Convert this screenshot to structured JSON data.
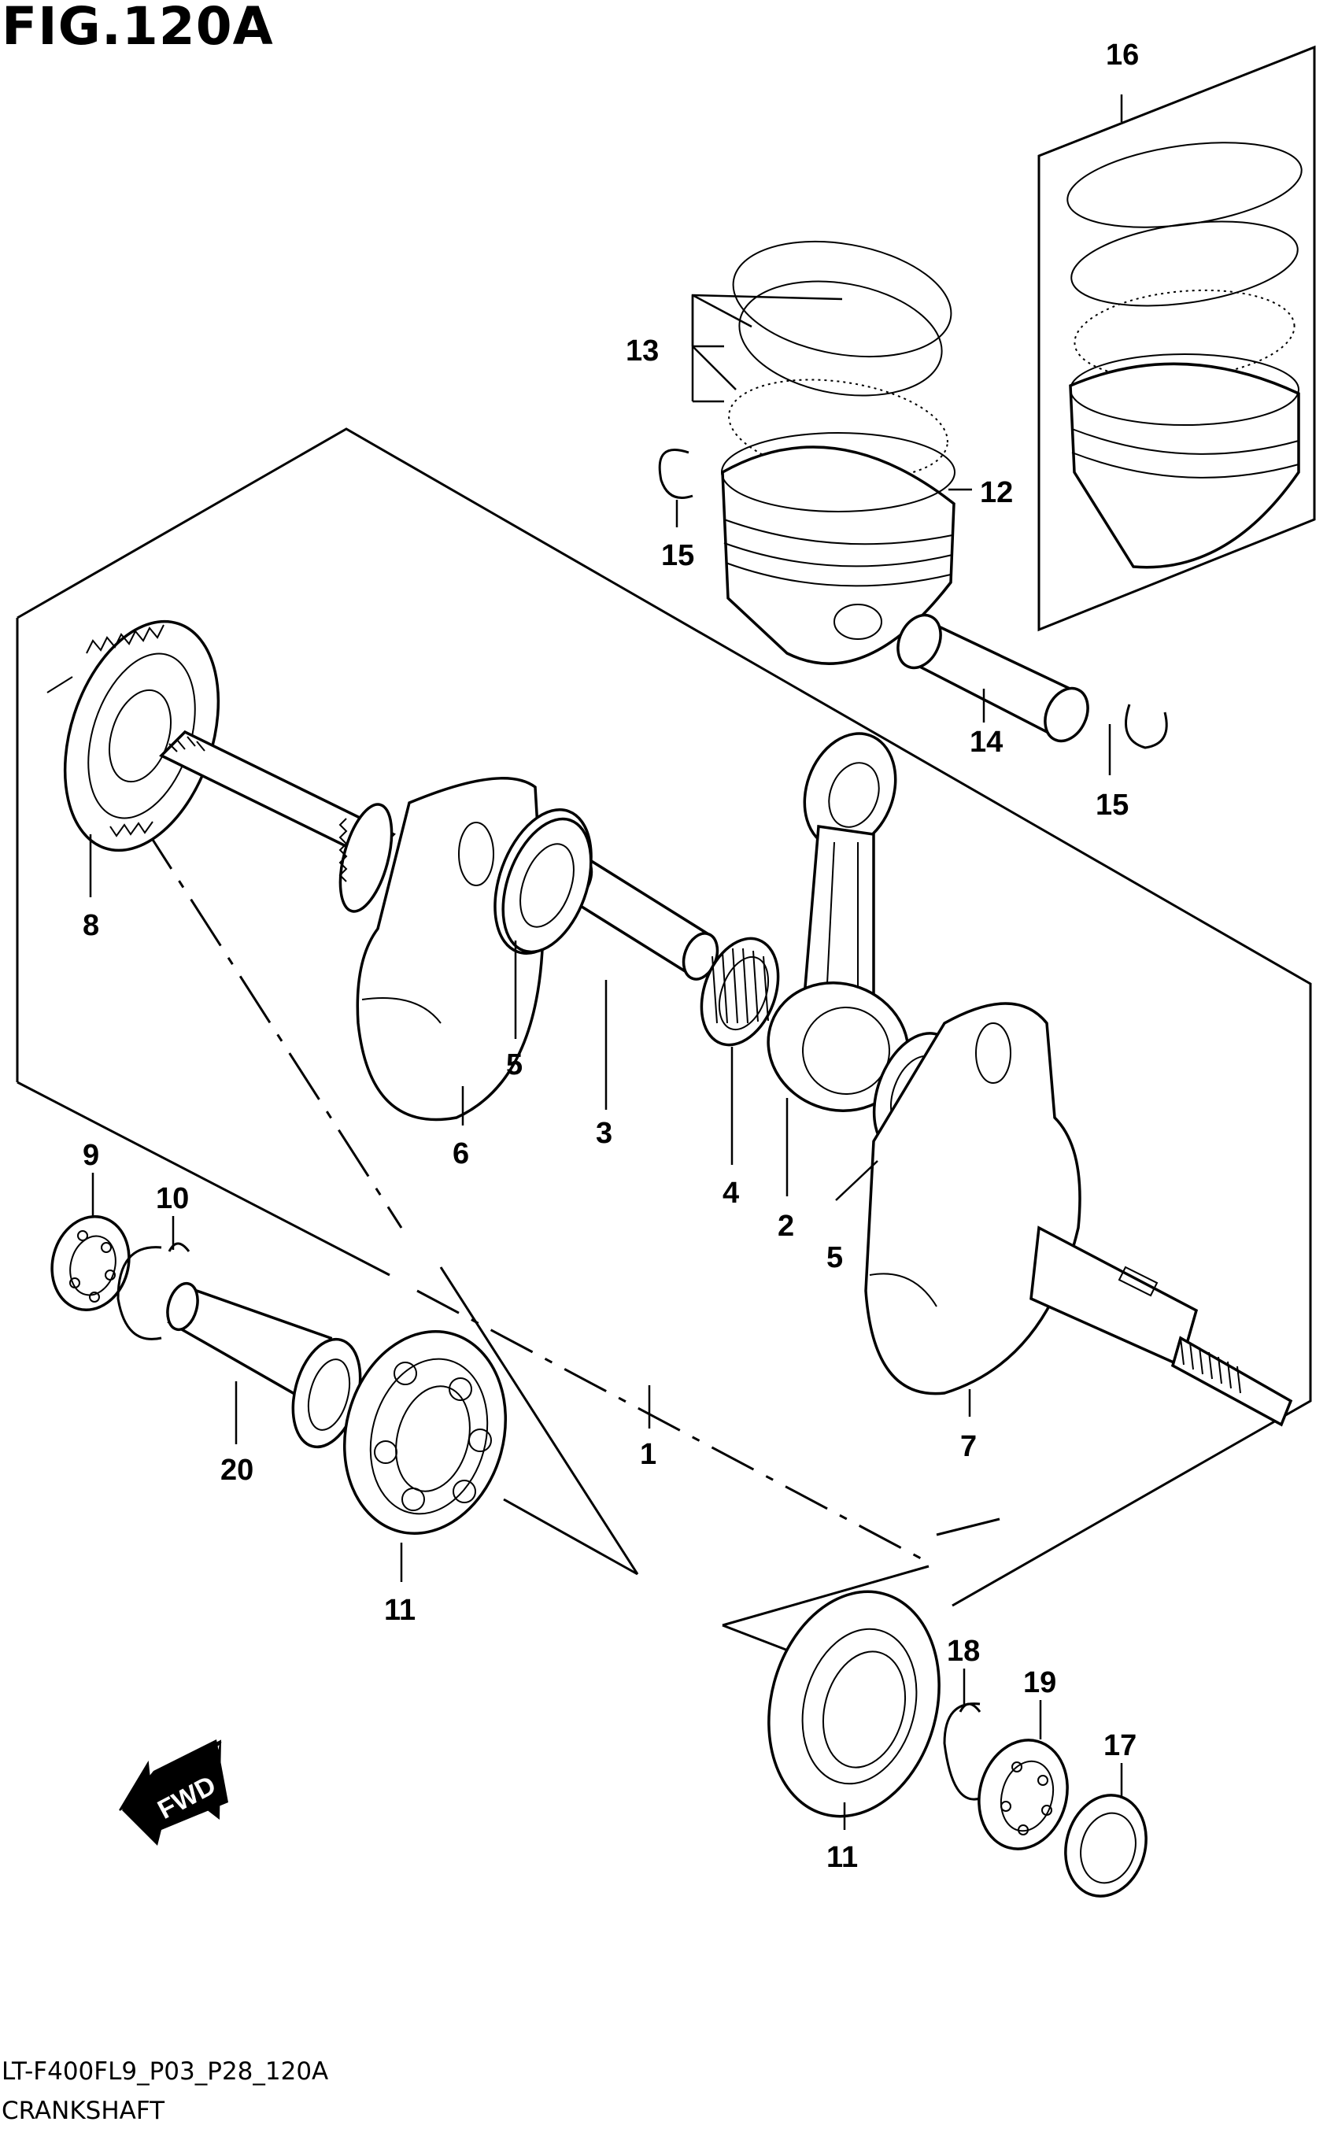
{
  "figure": {
    "title": "FIG.120A",
    "code": "LT-F400FL9_P03_P28_120A",
    "caption": "CRANKSHAFT"
  },
  "direction_marker": {
    "label": "FWD",
    "icon": "arrow-left-down-icon"
  },
  "callouts": [
    {
      "id": "c1",
      "label": "1"
    },
    {
      "id": "c2",
      "label": "2"
    },
    {
      "id": "c3",
      "label": "3"
    },
    {
      "id": "c4",
      "label": "4"
    },
    {
      "id": "c5a",
      "label": "5"
    },
    {
      "id": "c5b",
      "label": "5"
    },
    {
      "id": "c6",
      "label": "6"
    },
    {
      "id": "c7",
      "label": "7"
    },
    {
      "id": "c8",
      "label": "8"
    },
    {
      "id": "c9",
      "label": "9"
    },
    {
      "id": "c10",
      "label": "10"
    },
    {
      "id": "c11a",
      "label": "11"
    },
    {
      "id": "c11b",
      "label": "11"
    },
    {
      "id": "c12",
      "label": "12"
    },
    {
      "id": "c13",
      "label": "13"
    },
    {
      "id": "c14",
      "label": "14"
    },
    {
      "id": "c15a",
      "label": "15"
    },
    {
      "id": "c15b",
      "label": "15"
    },
    {
      "id": "c16",
      "label": "16"
    },
    {
      "id": "c17",
      "label": "17"
    },
    {
      "id": "c18",
      "label": "18"
    },
    {
      "id": "c19",
      "label": "19"
    },
    {
      "id": "c20",
      "label": "20"
    }
  ]
}
